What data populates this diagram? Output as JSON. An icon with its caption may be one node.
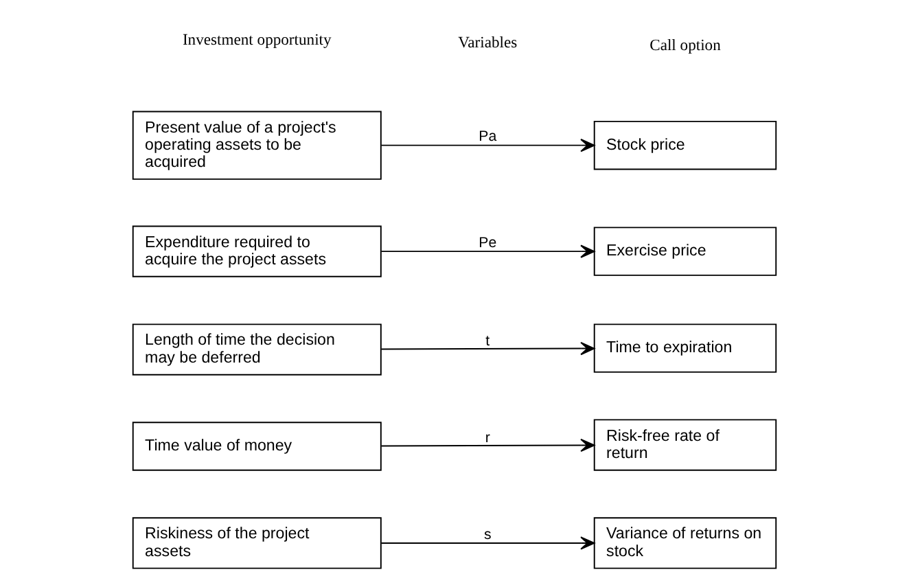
{
  "diagram": {
    "nodes": [
      {
        "text": [
          "Present value of a project's operating assets to be acquired"
        ]
      },
      {
        "text": [
          "Expenditure required to acquire the project assets"
        ]
      },
      {
        "text": [
          "Length of time the decision may be deferred"
        ]
      },
      {
        "text": [
          "Time value of money"
        ]
      },
      {
        "text": [
          "Riskiness of the project assets"
        ]
      },
      {
        "text": [
          "Stock price"
        ]
      },
      {
        "text": [
          "Exercise price"
        ]
      },
      {
        "text": [
          "Time to expiration"
        ]
      },
      {
        "text": [
          "Risk-free rate of return"
        ]
      },
      {
        "text": [
          "Variance of returns on stock"
        ]
      }
    ],
    "edges": [
      {
        "from": 0,
        "to": 5,
        "arrow": "to",
        "label": "Pa"
      },
      {
        "from": 1,
        "to": 6,
        "arrow": "to",
        "label": "Pe"
      },
      {
        "from": 2,
        "to": 7,
        "arrow": "to",
        "label": "t"
      },
      {
        "from": 3,
        "to": 8,
        "arrow": "to",
        "label": "r"
      },
      {
        "from": 4,
        "to": 9,
        "arrow": "to",
        "label": "s"
      }
    ],
    "labels": [
      "Investment opportunity",
      "Variables",
      "Call option"
    ]
  }
}
